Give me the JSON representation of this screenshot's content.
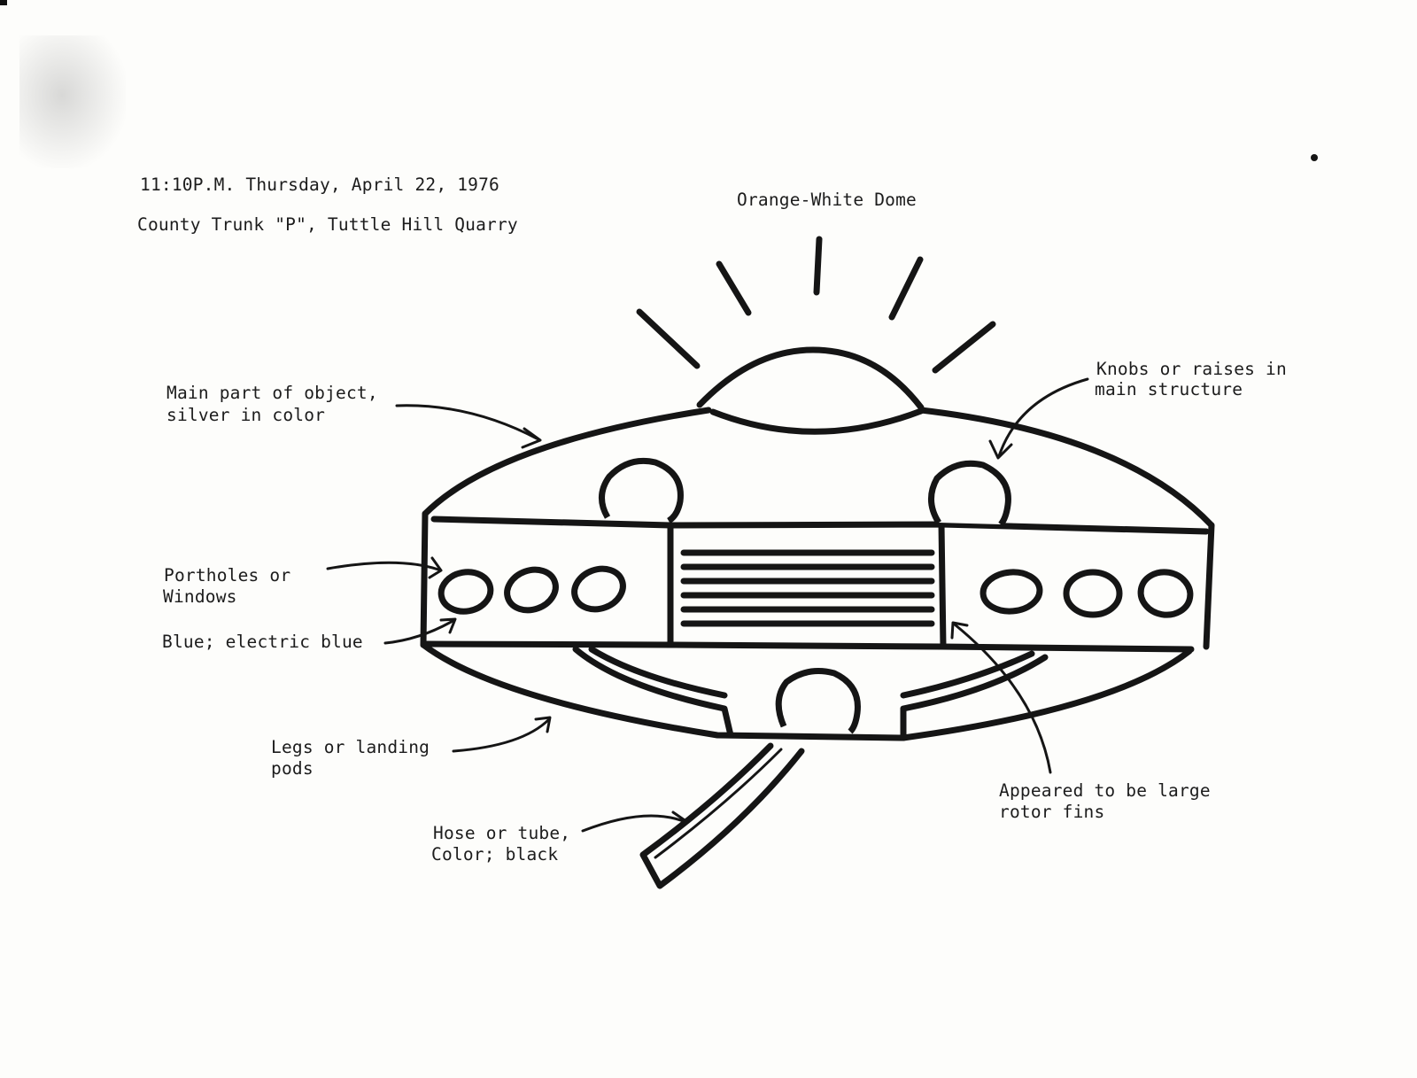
{
  "header": {
    "datetime": "11:10P.M. Thursday, April 22, 1976",
    "location": "County Trunk \"P\", Tuttle Hill Quarry"
  },
  "labels": {
    "dome": "Orange-White Dome",
    "main_part_line1": "Main part of object,",
    "main_part_line2": "silver in color",
    "knobs_line1": "Knobs or raises in",
    "knobs_line2": "main structure",
    "portholes_line1": "Portholes or",
    "portholes_line2": "Windows",
    "blue": "Blue; electric blue",
    "legs_line1": "Legs or landing",
    "legs_line2": "pods",
    "rotor_line1": "Appeared to be large",
    "rotor_line2": "rotor fins",
    "hose_line1": "Hose or tube,",
    "hose_line2": "Color; black"
  }
}
